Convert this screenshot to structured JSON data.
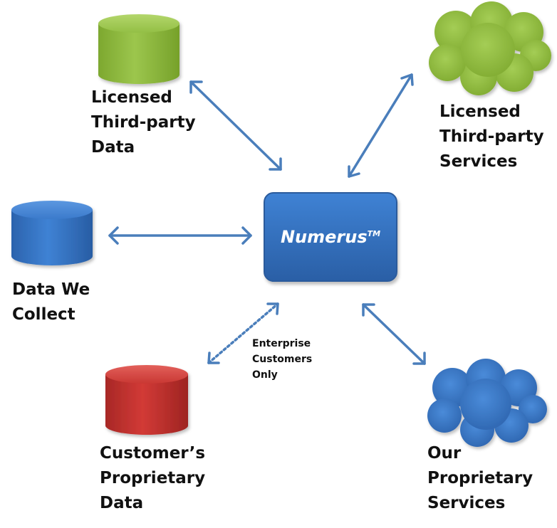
{
  "hub": {
    "title": "Numerus",
    "trademark": "TM"
  },
  "nodes": {
    "licensed_data": {
      "shape": "database",
      "color": "#8ab43c",
      "label_lines": [
        "Licensed",
        "Third-party",
        "Data"
      ]
    },
    "licensed_services": {
      "shape": "cloud",
      "color": "#8ab43c",
      "label_lines": [
        "Licensed",
        "Third-party",
        "Services"
      ]
    },
    "data_we_collect": {
      "shape": "database",
      "color": "#3474c4",
      "label_lines": [
        "Data We",
        "Collect"
      ]
    },
    "customer_data": {
      "shape": "database",
      "color": "#c0312f",
      "label_lines": [
        "Customer’s",
        "Proprietary",
        "Data"
      ]
    },
    "our_services": {
      "shape": "cloud",
      "color": "#3474c4",
      "label_lines": [
        "Our",
        "Proprietary",
        "Services"
      ]
    }
  },
  "connection_note": {
    "lines": [
      "Enterprise",
      "Customers",
      "Only"
    ]
  },
  "colors": {
    "arrow": "#4a7ebb",
    "hub": "#3572c0",
    "green": "#8ab43c",
    "blue": "#3474c4",
    "red": "#c0312f"
  }
}
